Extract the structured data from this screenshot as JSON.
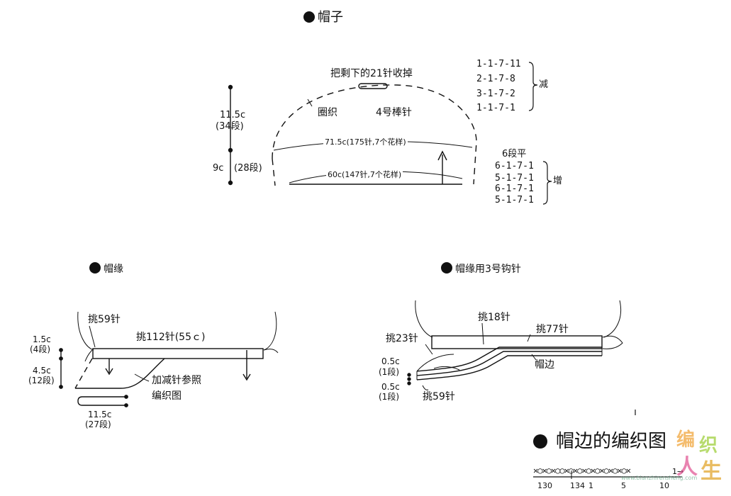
{
  "hat": {
    "title": "帽子",
    "bind_off": "把剩下的21针收掉",
    "in_round": "圈织",
    "needle": "4号棒针",
    "upper_height": "11.5c",
    "upper_rows": "(34段)",
    "lower_height": "9c",
    "lower_rows": "(28段)",
    "mid_circ": "71.5c(175针,7个花样)",
    "base_circ": "60c(147针,7个花样)",
    "dec_rows": [
      "1-1-7-11",
      "2-1-7-8",
      "3-1-7-2",
      "1-1-7-1"
    ],
    "dec_label": "减",
    "inc_rows": [
      "6段平",
      "6-1-7-1",
      "5-1-7-1",
      "6-1-7-1",
      "5-1-7-1"
    ],
    "inc_label": "增"
  },
  "brim": {
    "title": "帽缘",
    "pick59": "挑59针",
    "pick112": "挑112针(55ｃ)",
    "h1": "1.5c",
    "h1_rows": "(4段)",
    "h2": "4.5c",
    "h2_rows": "(12段)",
    "note1": "加减针参照",
    "note2": "编织图",
    "width": "11.5c",
    "width_rows": "(27段)"
  },
  "brim_crochet": {
    "title": "帽缘用3号钩针",
    "pick18": "挑18针",
    "pick23": "挑23针",
    "pick77": "挑77针",
    "edge": "帽边",
    "h1": "0.5c",
    "h1_rows": "(1段)",
    "h2": "0.5c",
    "h2_rows": "(1段)",
    "pick59": "挑59针"
  },
  "edge_chart": {
    "title": "帽边的编织图",
    "symbols": "✕○✕○✕○○✕○✕○✕○✕○✕○✕○✕○✕",
    "row_mark": "1→",
    "ticks": [
      "130",
      "134",
      "1",
      "5",
      "10"
    ]
  },
  "watermark": {
    "char1": "编",
    "char2": "织",
    "char3": "人",
    "char4": "生",
    "site": "www.bianzhirensheng.com"
  }
}
